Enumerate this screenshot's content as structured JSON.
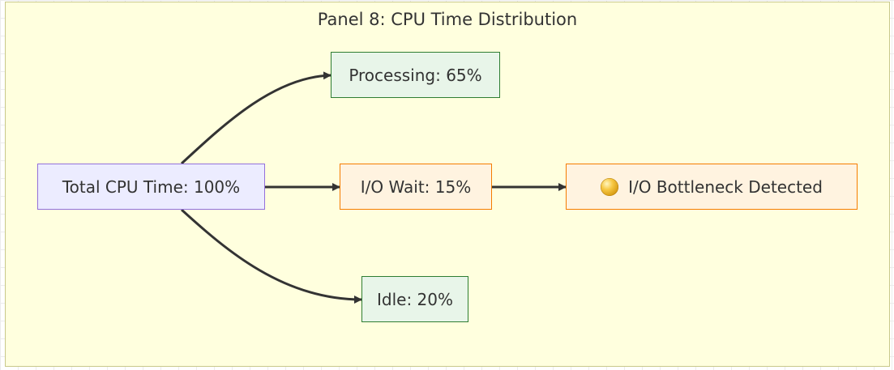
{
  "panel": {
    "title": "Panel 8: CPU Time Distribution"
  },
  "nodes": {
    "total": {
      "label": "Total CPU Time: 100%"
    },
    "processing": {
      "label": "Processing: 65%"
    },
    "io_wait": {
      "label": "I/O Wait: 15%"
    },
    "idle": {
      "label": "Idle: 20%"
    },
    "bottleneck": {
      "label": "I/O Bottleneck Detected",
      "icon": "yellow-circle-icon"
    }
  },
  "edges": [
    {
      "from": "total",
      "to": "processing"
    },
    {
      "from": "total",
      "to": "io_wait"
    },
    {
      "from": "total",
      "to": "idle"
    },
    {
      "from": "io_wait",
      "to": "bottleneck"
    }
  ],
  "colors": {
    "panel_fill": "#ffffde",
    "root_fill": "#ececff",
    "root_border": "#9370db",
    "good_fill": "#e8f5e9",
    "good_border": "#2e7d32",
    "warn_fill": "#fff3e0",
    "warn_border": "#f57c00",
    "edge": "#333333"
  }
}
